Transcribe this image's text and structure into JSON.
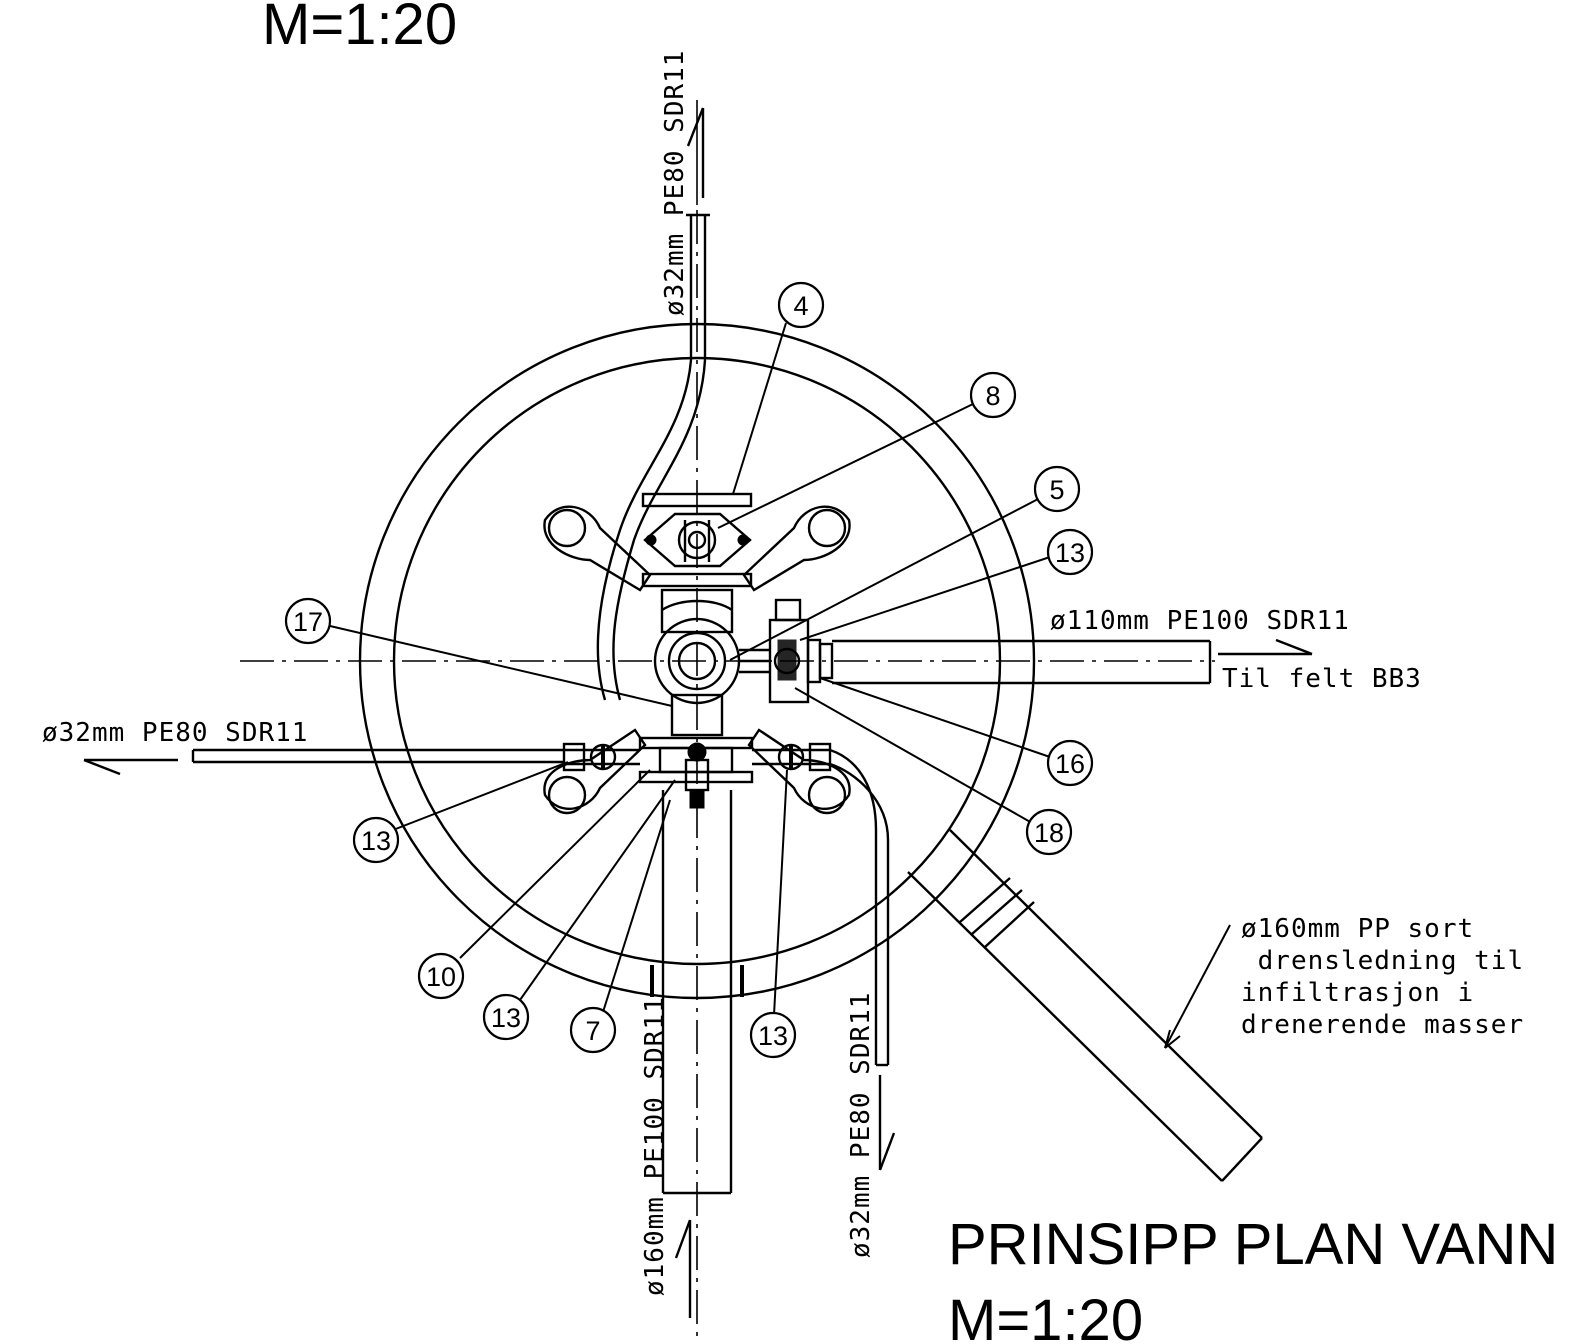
{
  "scale_top": "M=1:20",
  "title": "PRINSIPP PLAN VANN",
  "scale_bottom": "M=1:20",
  "pipes": {
    "top": "ø32mm PE80 SDR11",
    "right": "ø110mm PE100 SDR11",
    "right_dest": "Til felt BB3",
    "left": "ø32mm PE80 SDR11",
    "bottom_center": "ø160mm PE100 SDR11",
    "bottom_right": "ø32mm PE80 SDR11"
  },
  "drain_note": [
    "ø160mm PP sort",
    " drensledning til",
    "infiltrasjon i",
    "drenerende masser"
  ],
  "callouts": [
    "4",
    "8",
    "5",
    "13",
    "17",
    "16",
    "18",
    "13",
    "10",
    "13",
    "7",
    "13"
  ]
}
